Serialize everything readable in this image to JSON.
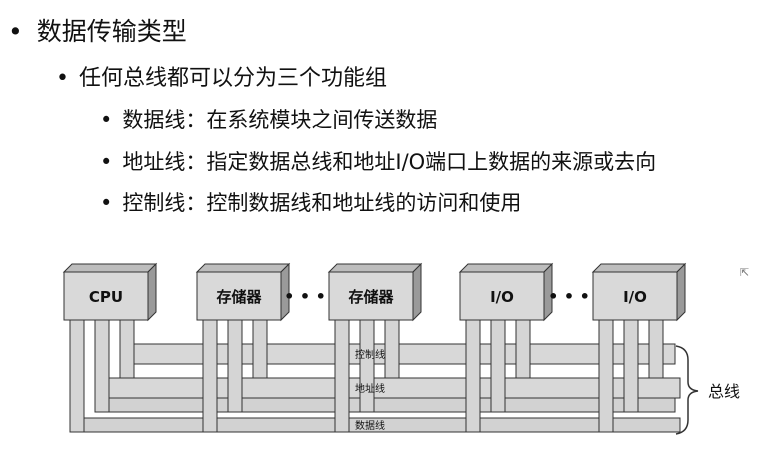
{
  "slide": {
    "title": "数据传输类型",
    "subtitle": "任何总线都可以分为三个功能组",
    "bullets": [
      "数据线：在系统模块之间传送数据",
      "地址线：指定数据总线和地址I/O端口上数据的来源或去向",
      "控制线：控制数据线和地址线的访问和使用"
    ]
  },
  "diagram": {
    "components": [
      "CPU",
      "存储器",
      "存储器",
      "I/O",
      "I/O"
    ],
    "ellipsis": "• • •",
    "buses": [
      "控制线",
      "地址线",
      "数据线"
    ],
    "bus_group_label": "总线"
  }
}
